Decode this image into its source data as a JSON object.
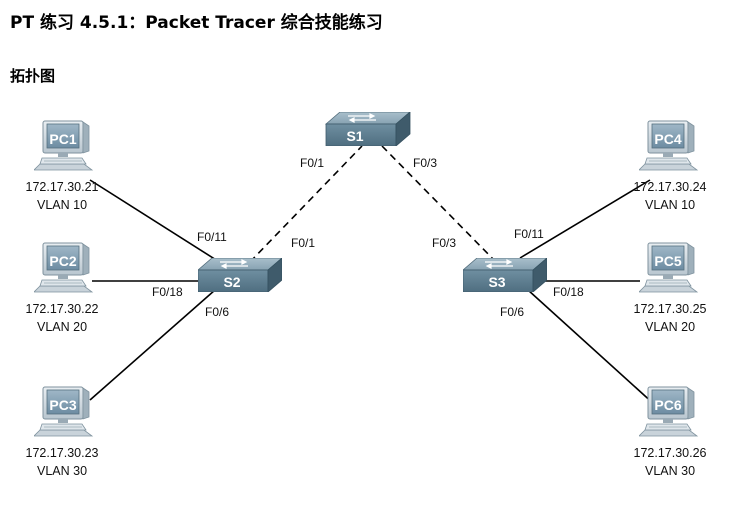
{
  "title": "PT 练习 4.5.1：Packet Tracer 综合技能练习",
  "subtitle": "拓扑图",
  "switches": {
    "s1": {
      "name": "S1"
    },
    "s2": {
      "name": "S2"
    },
    "s3": {
      "name": "S3"
    }
  },
  "pcs": [
    {
      "name": "PC1",
      "ip": "172.17.30.21",
      "vlan": "VLAN 10"
    },
    {
      "name": "PC2",
      "ip": "172.17.30.22",
      "vlan": "VLAN 20"
    },
    {
      "name": "PC3",
      "ip": "172.17.30.23",
      "vlan": "VLAN 30"
    },
    {
      "name": "PC4",
      "ip": "172.17.30.24",
      "vlan": "VLAN 10"
    },
    {
      "name": "PC5",
      "ip": "172.17.30.25",
      "vlan": "VLAN 20"
    },
    {
      "name": "PC6",
      "ip": "172.17.30.26",
      "vlan": "VLAN 30"
    }
  ],
  "ports": {
    "s1_to_s2": "F0/1",
    "s1_to_s3": "F0/3",
    "s2_to_s1": "F0/1",
    "s3_to_s1": "F0/3",
    "s2_pc1": "F0/11",
    "s2_pc2": "F0/18",
    "s2_pc3": "F0/6",
    "s3_pc4": "F0/11",
    "s3_pc5": "F0/18",
    "s3_pc6": "F0/6"
  },
  "colors": {
    "device_top": "#8fa8b6",
    "device_front": "#5f7d8e",
    "device_side": "#3f5b6b",
    "monitor_screen": "#7e9bb0"
  },
  "icons": {
    "pc": "pc-workstation-icon",
    "switch": "workgroup-switch-icon"
  }
}
